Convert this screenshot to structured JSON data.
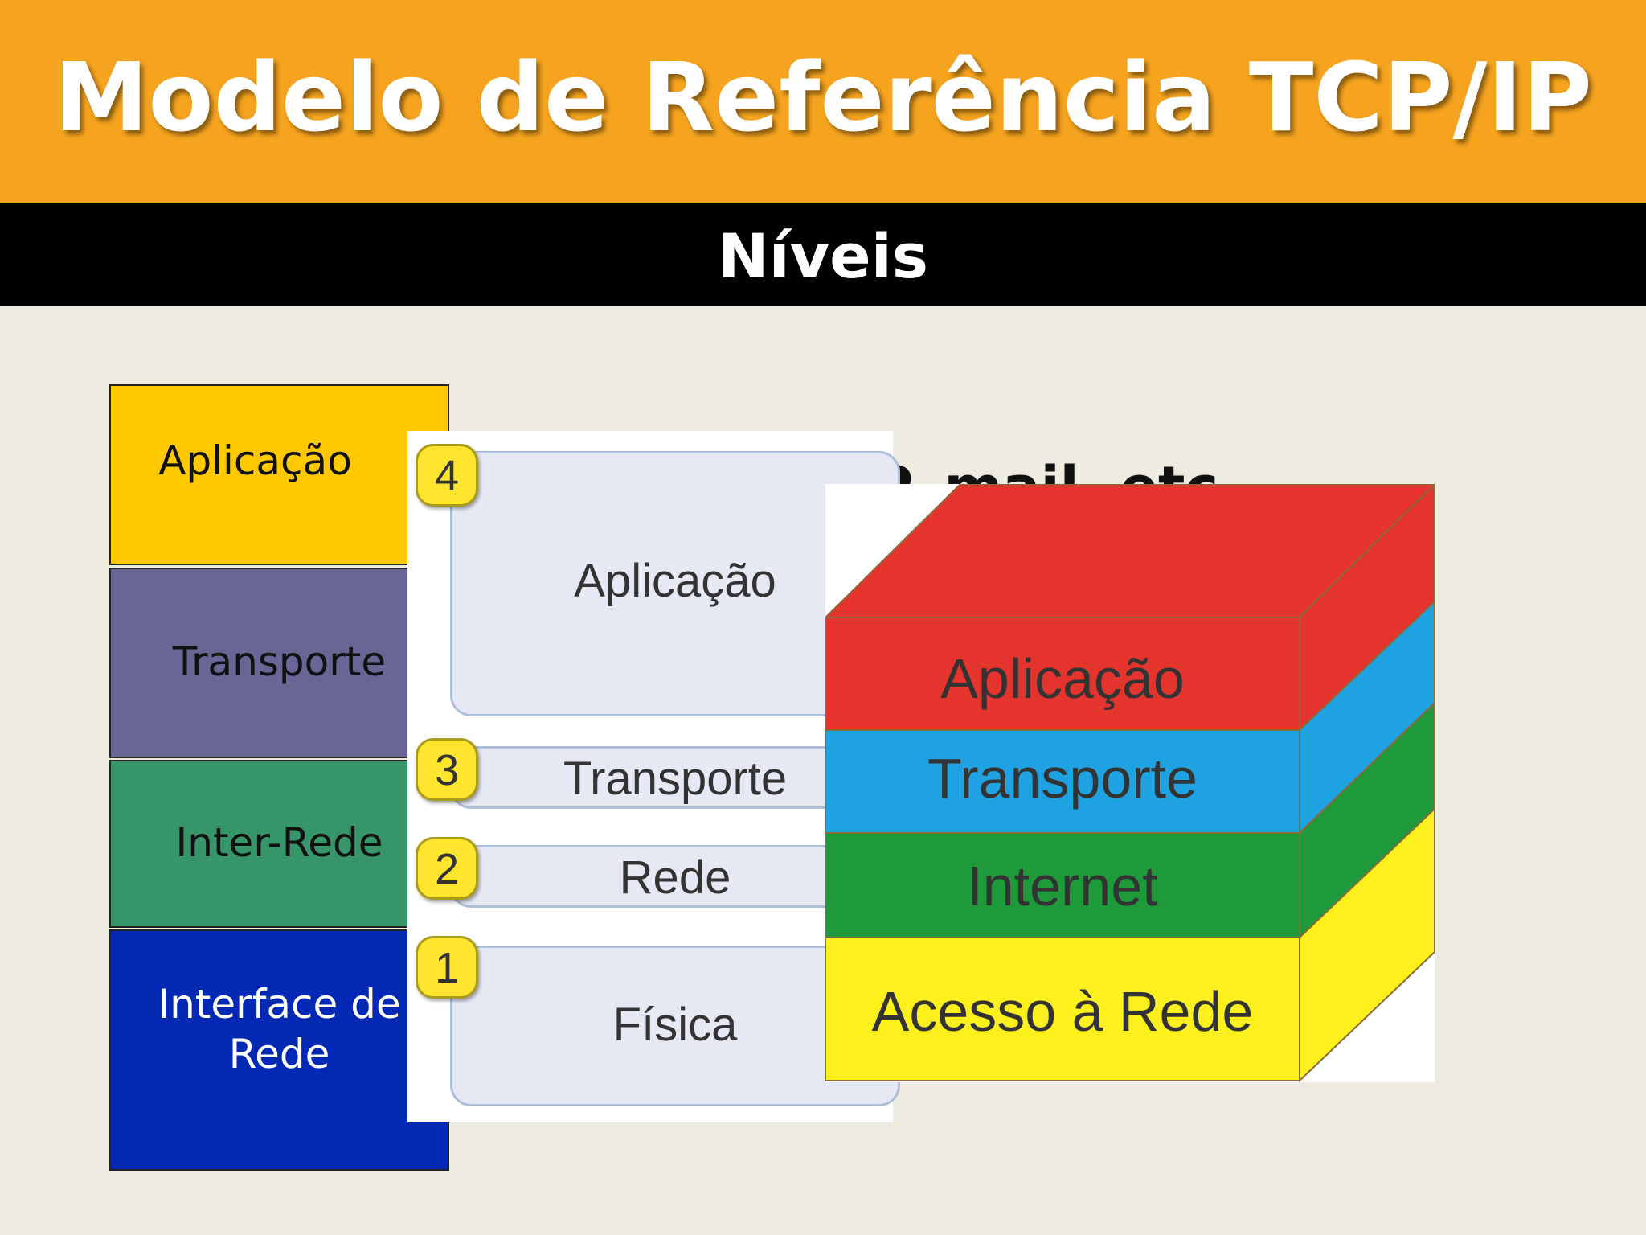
{
  "header": {
    "title": "Modelo de Referência TCP/IP",
    "subtitle": "Níveis"
  },
  "left_stack": {
    "layers": [
      {
        "label": "Aplicação",
        "color": "#ffc800"
      },
      {
        "label": "Transporte",
        "color": "#686695"
      },
      {
        "label": "Inter-Rede",
        "color": "#37956a"
      },
      {
        "label_line1": "Interface de",
        "label_line2": "Rede",
        "color": "#0328b3"
      }
    ]
  },
  "background_text": "P, mail, etc",
  "middle_stack": {
    "layers": [
      {
        "number": "4",
        "label": "Aplicação"
      },
      {
        "number": "3",
        "label": "Transporte"
      },
      {
        "number": "2",
        "label": "Rede"
      },
      {
        "number": "1",
        "label": "Física"
      }
    ],
    "badge_color": "#ffe52e"
  },
  "cube": {
    "layers": [
      {
        "label": "Aplicação",
        "color": "#e5342e"
      },
      {
        "label": "Transporte",
        "color": "#1ea2e2"
      },
      {
        "label": "Internet",
        "color": "#1f9a3a"
      },
      {
        "label": "Acesso à Rede",
        "color": "#fdf01c"
      }
    ]
  },
  "colors": {
    "title_bar": "#f6a41f",
    "subtitle_bar": "#000000",
    "background": "#eeebe1"
  }
}
